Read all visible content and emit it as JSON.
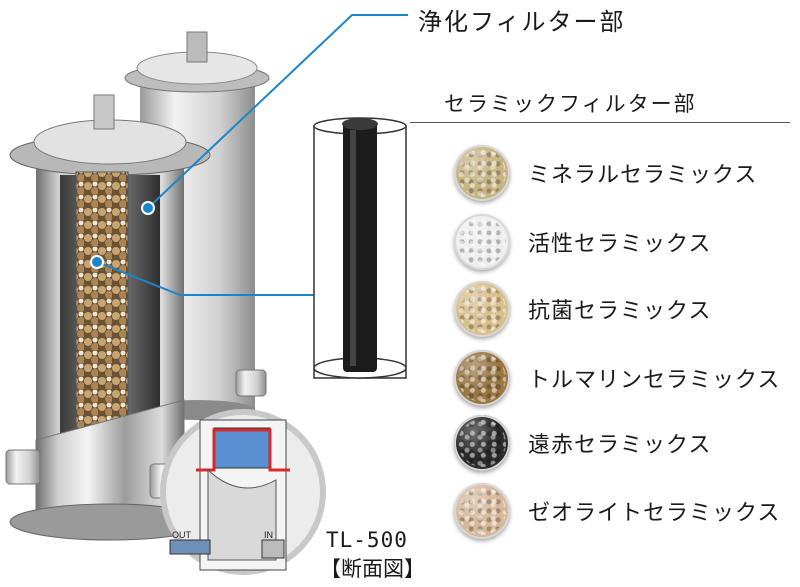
{
  "labels": {
    "purify_filter": "浄化フィルター部",
    "ceramic_filter": "セラミックフィルター部",
    "model": "TL-500",
    "caption": "【断面図】",
    "inset_out": "OUT",
    "inset_in": "IN"
  },
  "ceramics": [
    {
      "name": "ミネラルセラミックス",
      "color": "#c7b483"
    },
    {
      "name": "活性セラミックス",
      "color": "#eeeeee"
    },
    {
      "name": "抗菌セラミックス",
      "color": "#d9bf8a"
    },
    {
      "name": "トルマリンセラミックス",
      "color": "#9a7641"
    },
    {
      "name": "遠赤セラミックス",
      "color": "#2b2b2b"
    },
    {
      "name": "ゼオライトセラミックス",
      "color": "#d8b89a"
    }
  ],
  "colors": {
    "callout_line": "#1a86c9",
    "inset_frame": "#c8c8c8",
    "inset_accent": "#d62a2a"
  }
}
